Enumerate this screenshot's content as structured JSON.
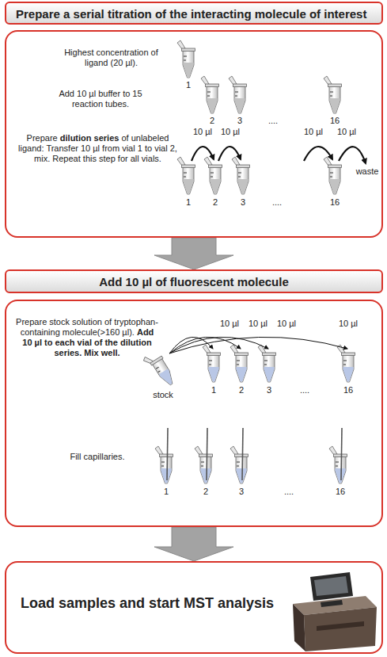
{
  "diagram": {
    "nodes": [
      {
        "text": [
          "Prepare a serial titration of the interacting molecule of interest"
        ]
      },
      {
        "text": [
          "Highest concentration of ligand (20 µl).",
          "Add 10 µl buffer to 15 reaction tubes.",
          "Prepare",
          "dilution series",
          "of unlabeled ligand: Transfer 10 µl from vial 1 to vial 2, mix. Repeat this step for all vials."
        ]
      },
      {
        "text": [
          "Add 10 µl of fluorescent molecule"
        ]
      },
      {
        "text": [
          "Prepare stock solution of tryptophan-containing molecule(>160 µl).",
          "Add 10 µl to each vial of the dilution series. Mix well.",
          "Fill capillaries."
        ]
      },
      {
        "text": [
          "Load samples and start MST analysis"
        ]
      }
    ],
    "edges": [
      {
        "from": 1,
        "to": 2,
        "arrow": "to"
      },
      {
        "from": 3,
        "to": 4,
        "arrow": "to"
      }
    ],
    "labels": [
      "1",
      "2",
      "3",
      "....",
      "16",
      "10 µl",
      "10 µl",
      "10 µl",
      "10 µl",
      "waste",
      "1",
      "2",
      "3",
      "....",
      "16",
      "stock",
      "10 µl",
      "10 µl",
      "10 µl",
      "10 µl",
      "1",
      "2",
      "3",
      "....",
      "16",
      "1",
      "2",
      "3",
      "....",
      "16"
    ]
  }
}
